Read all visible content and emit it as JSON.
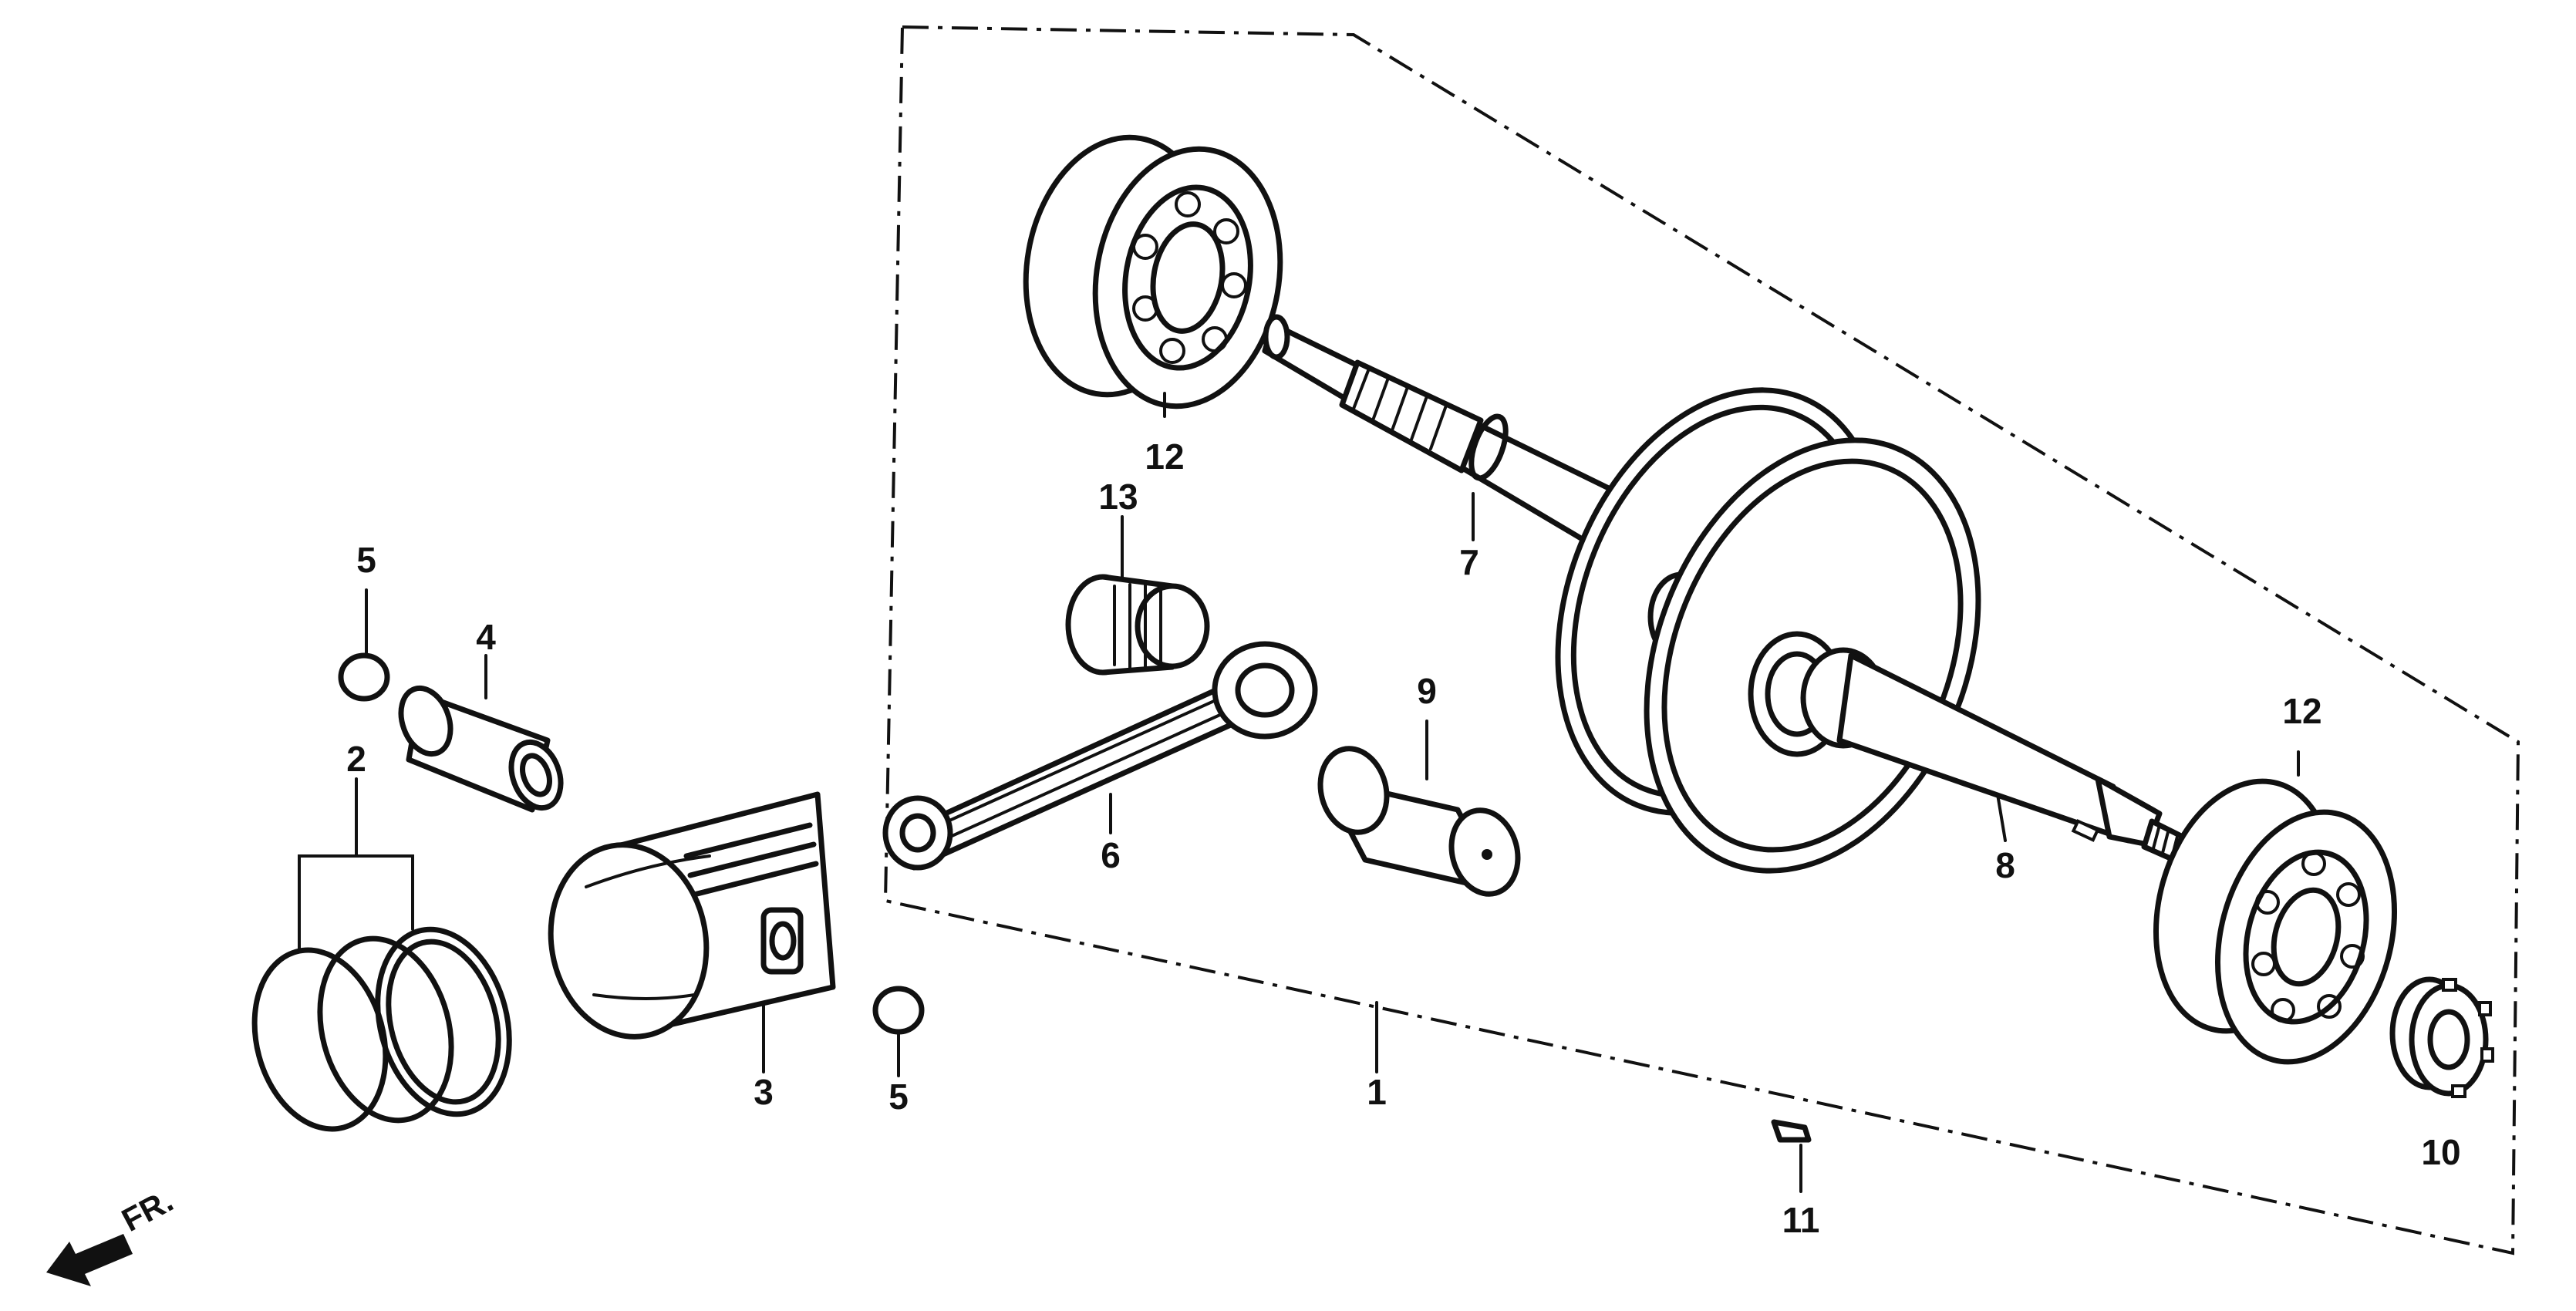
{
  "figure": {
    "front_indicator": "FR.",
    "callouts": [
      {
        "id": "c1",
        "text": "1",
        "part": "crankshaft-assembly"
      },
      {
        "id": "c2",
        "text": "2",
        "part": "piston-ring-set"
      },
      {
        "id": "c3",
        "text": "3",
        "part": "piston"
      },
      {
        "id": "c4",
        "text": "4",
        "part": "piston-pin"
      },
      {
        "id": "c5a",
        "text": "5",
        "part": "piston-pin-clip"
      },
      {
        "id": "c5b",
        "text": "5",
        "part": "piston-pin-clip"
      },
      {
        "id": "c6",
        "text": "6",
        "part": "connecting-rod"
      },
      {
        "id": "c7",
        "text": "7",
        "part": "right-crankshaft"
      },
      {
        "id": "c8",
        "text": "8",
        "part": "left-crankshaft"
      },
      {
        "id": "c9",
        "text": "9",
        "part": "crank-pin"
      },
      {
        "id": "c10",
        "text": "10",
        "part": "drive-sprocket"
      },
      {
        "id": "c11",
        "text": "11",
        "part": "woodruff-key"
      },
      {
        "id": "c12a",
        "text": "12",
        "part": "ball-bearing"
      },
      {
        "id": "c12b",
        "text": "12",
        "part": "ball-bearing"
      },
      {
        "id": "c13",
        "text": "13",
        "part": "needle-bearing"
      }
    ]
  }
}
